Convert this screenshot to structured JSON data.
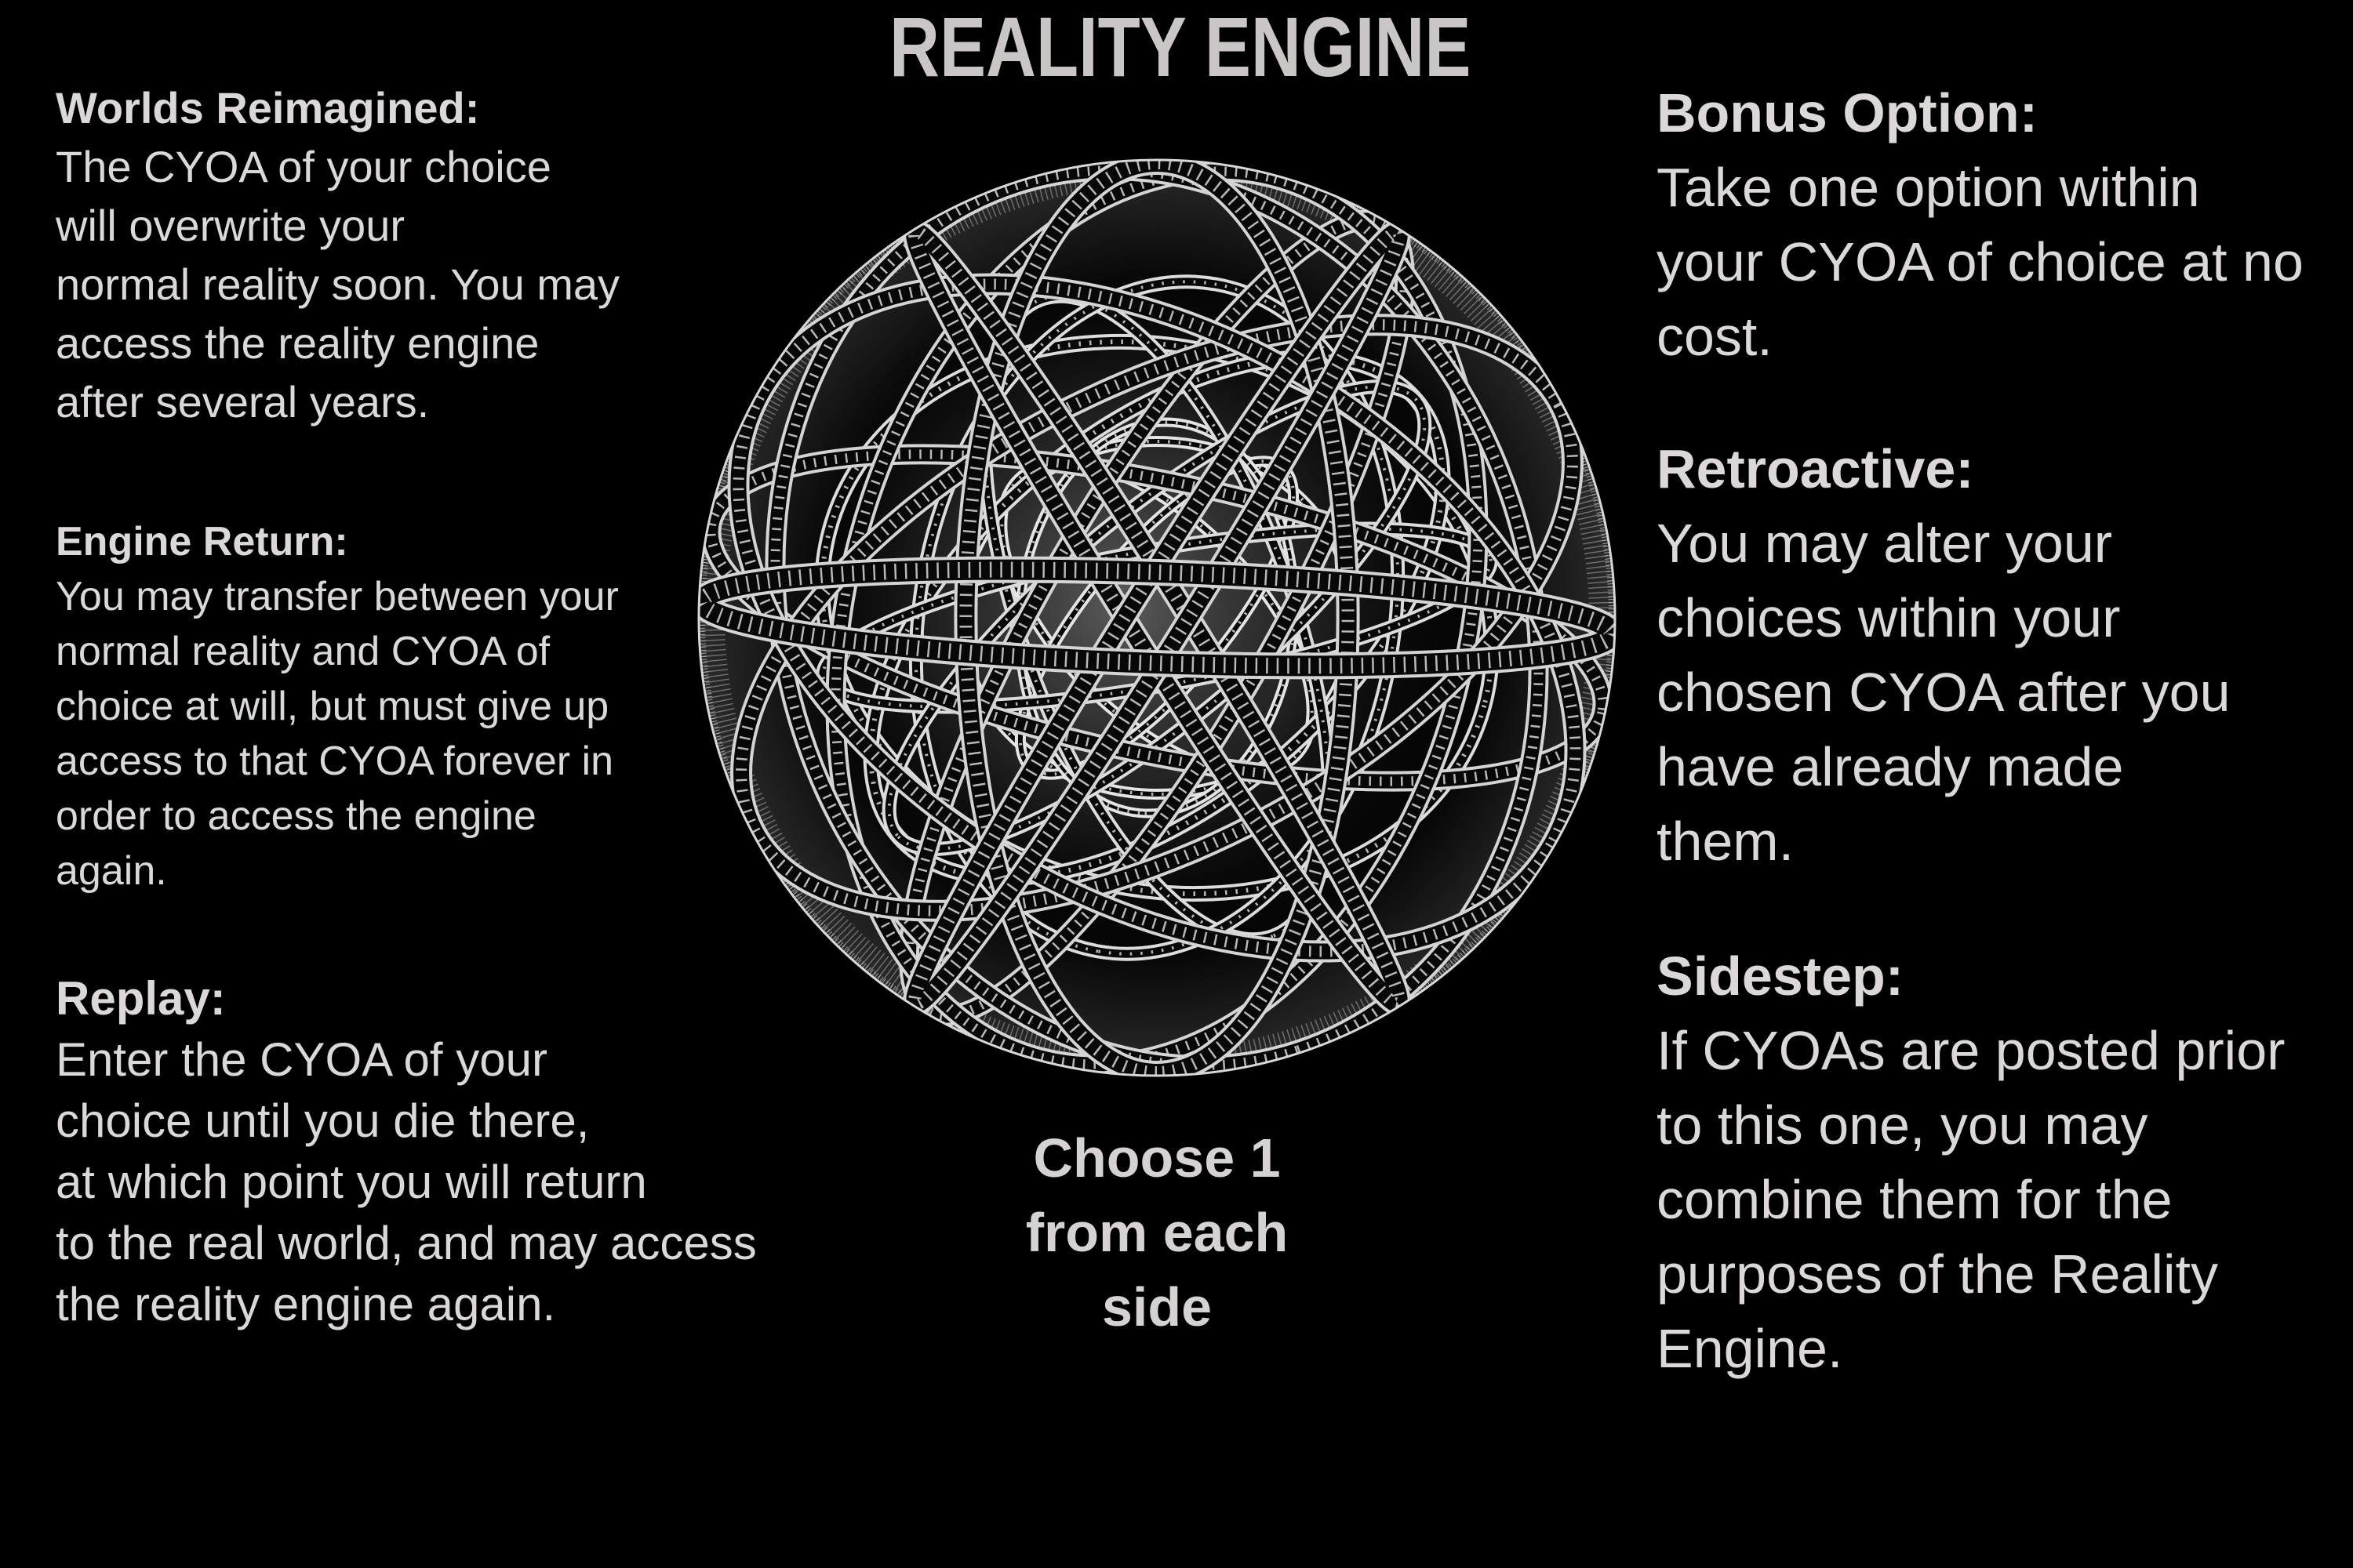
{
  "title": "REALITY ENGINE",
  "left_options": [
    {
      "heading": "Worlds Reimagined:",
      "body": "The CYOA of your choice\nwill overwrite your\nnormal reality soon. You may\naccess the reality engine\nafter several years."
    },
    {
      "heading": "Engine Return:",
      "body": "You may transfer between your\nnormal reality and CYOA of\nchoice at will, but must give up\naccess to that CYOA forever in\norder to access the engine\nagain."
    },
    {
      "heading": "Replay:",
      "body": "Enter the CYOA of your\nchoice until you die there,\nat which point you will return\nto the real world, and may access\nthe reality engine again."
    }
  ],
  "right_options": [
    {
      "heading": "Bonus Option:",
      "body": "Take one option within\nyour CYOA of choice at no\ncost."
    },
    {
      "heading": "Retroactive:",
      "body": "You may alter your\nchoices within your\nchosen CYOA after you\nhave already made\nthem."
    },
    {
      "heading": "Sidestep:",
      "body": "If CYOAs are posted prior\nto this one, you may\ncombine them for the\npurposes of the Reality\nEngine."
    }
  ],
  "instruction": "Choose 1\nfrom each\nside",
  "illustration_icon": "armillary-sphere",
  "colors": {
    "background": "#000000",
    "text": "#dcd8d8",
    "title": "#cbc6c6"
  }
}
